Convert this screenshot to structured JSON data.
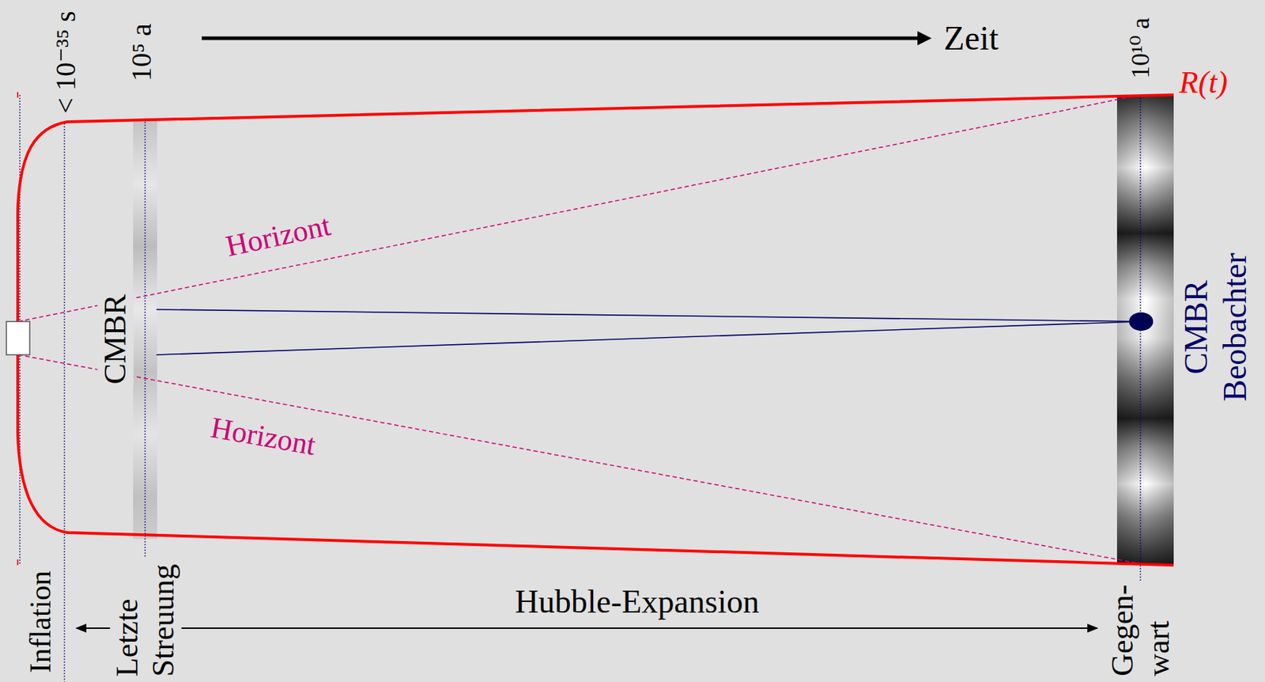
{
  "diagram": {
    "labels": [
      "Zeit",
      "< 10⁻³⁵ s",
      "10⁵ a",
      "10¹⁰ a",
      "R(t)",
      "Horizont",
      "Horizont",
      "CMBR",
      "CMBR",
      "Beobachter",
      "Inflation",
      "Letzte Streuung",
      "Hubble-Expansion",
      "Gegen- wart"
    ]
  }
}
